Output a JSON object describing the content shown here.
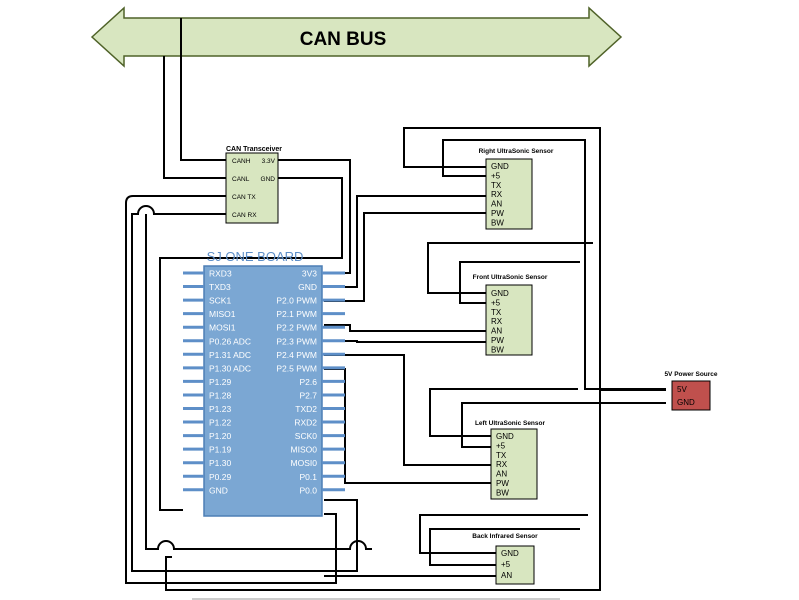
{
  "can_bus": {
    "label": "CAN BUS"
  },
  "transceiver": {
    "title": "CAN Transceiver",
    "left_pins": [
      "CANH",
      "CANL",
      "CAN TX",
      "CAN RX"
    ],
    "right_pins": [
      "3.3V",
      "GND"
    ]
  },
  "board": {
    "title": "SJ ONE BOARD",
    "left_pins": [
      "RXD3",
      "TXD3",
      "SCK1",
      "MISO1",
      "MOSI1",
      "P0.26 ADC",
      "P1.31 ADC",
      "P1.30 ADC",
      "P1.29",
      "P1.28",
      "P1.23",
      "P1.22",
      "P1.20",
      "P1.19",
      "P1.30",
      "P0.29",
      "GND"
    ],
    "right_pins": [
      "3V3",
      "GND",
      "P2.0 PWM",
      "P2.1 PWM",
      "P2.2 PWM",
      "P2.3 PWM",
      "P2.4 PWM",
      "P2.5 PWM",
      "P2.6",
      "P2.7",
      "TXD2",
      "RXD2",
      "SCK0",
      "MISO0",
      "MOSI0",
      "P0.1",
      "P0.0"
    ]
  },
  "sensors": {
    "right": {
      "title": "Right UltraSonic Sensor",
      "pins": [
        "GND",
        "+5",
        "TX",
        "RX",
        "AN",
        "PW",
        "BW"
      ]
    },
    "front": {
      "title": "Front UltraSonic Sensor",
      "pins": [
        "GND",
        "+5",
        "TX",
        "RX",
        "AN",
        "PW",
        "BW"
      ]
    },
    "left": {
      "title": "Left UltraSonic Sensor",
      "pins": [
        "GND",
        "+5",
        "TX",
        "RX",
        "AN",
        "PW",
        "BW"
      ]
    },
    "back": {
      "title": "Back Infrared Sensor",
      "pins": [
        "GND",
        "+5",
        "AN"
      ]
    }
  },
  "power": {
    "title": "5V Power Source",
    "pins": [
      "5V",
      "GND"
    ]
  },
  "colors": {
    "bus_fill": "#d8e6c0",
    "bus_stroke": "#4f6228",
    "board_fill": "#7ba7d3",
    "board_border": "#4d7fb5",
    "board_text": "#ffffff",
    "board_title": "#5e8fc8",
    "sensor_fill": "#d8e6c0",
    "power_fill": "#c0504d",
    "pin_stub": "#5e8fc8",
    "wire": "#000000"
  }
}
